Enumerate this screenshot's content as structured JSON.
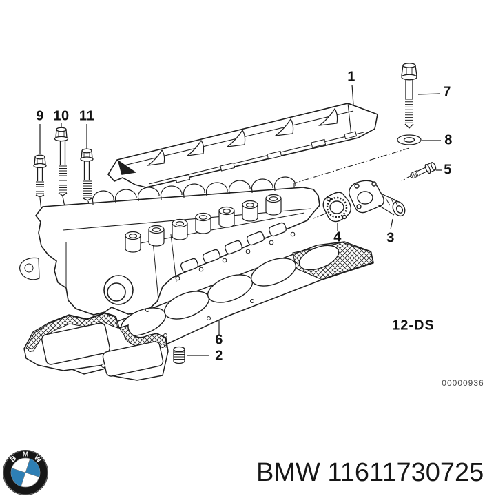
{
  "diagram": {
    "callouts": {
      "c1": "1",
      "c2": "2",
      "c3": "3",
      "c4": "4",
      "c5": "5",
      "c6": "6",
      "c7": "7",
      "c8": "8",
      "c9": "9",
      "c10": "10",
      "c11": "11"
    },
    "group_code": "12-DS",
    "plate_number": "00000936"
  },
  "footer": {
    "text": "BMW 11611730725",
    "logo_letters": [
      "B",
      "M",
      "W"
    ]
  },
  "colors": {
    "line": "#1d1d1d",
    "bmw_blue": "#2e7fb5",
    "background": "#ffffff"
  }
}
